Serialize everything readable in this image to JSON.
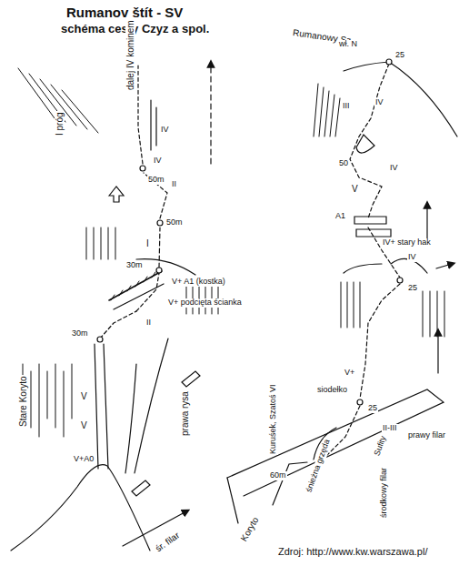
{
  "diagram": {
    "title": "Rumanov štít - SV",
    "caption": "Zdroj: http://www.kw.warszawa.pl/",
    "labels": [
      "schéma cesty Czyz a spol.",
      "dalej IV kominem",
      "I próg",
      "IV",
      "IV",
      "50m",
      "II",
      "50m",
      "I",
      "30m",
      "V+ A1 (kostka)",
      "V+ podcięta ścianka",
      "II",
      "30m",
      "V",
      "V",
      "V+A0",
      "Stare Koryto",
      "prawa rysa",
      "śr. filar",
      "Rumanowy Sz",
      "wł. N",
      "25",
      "IV",
      "III",
      "50",
      "IV",
      "V",
      "A1",
      "IV+ stary hak",
      "25",
      "IV",
      "V+",
      "siodełko",
      "25",
      "II-III",
      "Sufity",
      "Kuruśek, Szatoś VI",
      "60m",
      "śnieżna grzęda",
      "prawy filar",
      "środkowy filar",
      "Koryto"
    ]
  }
}
